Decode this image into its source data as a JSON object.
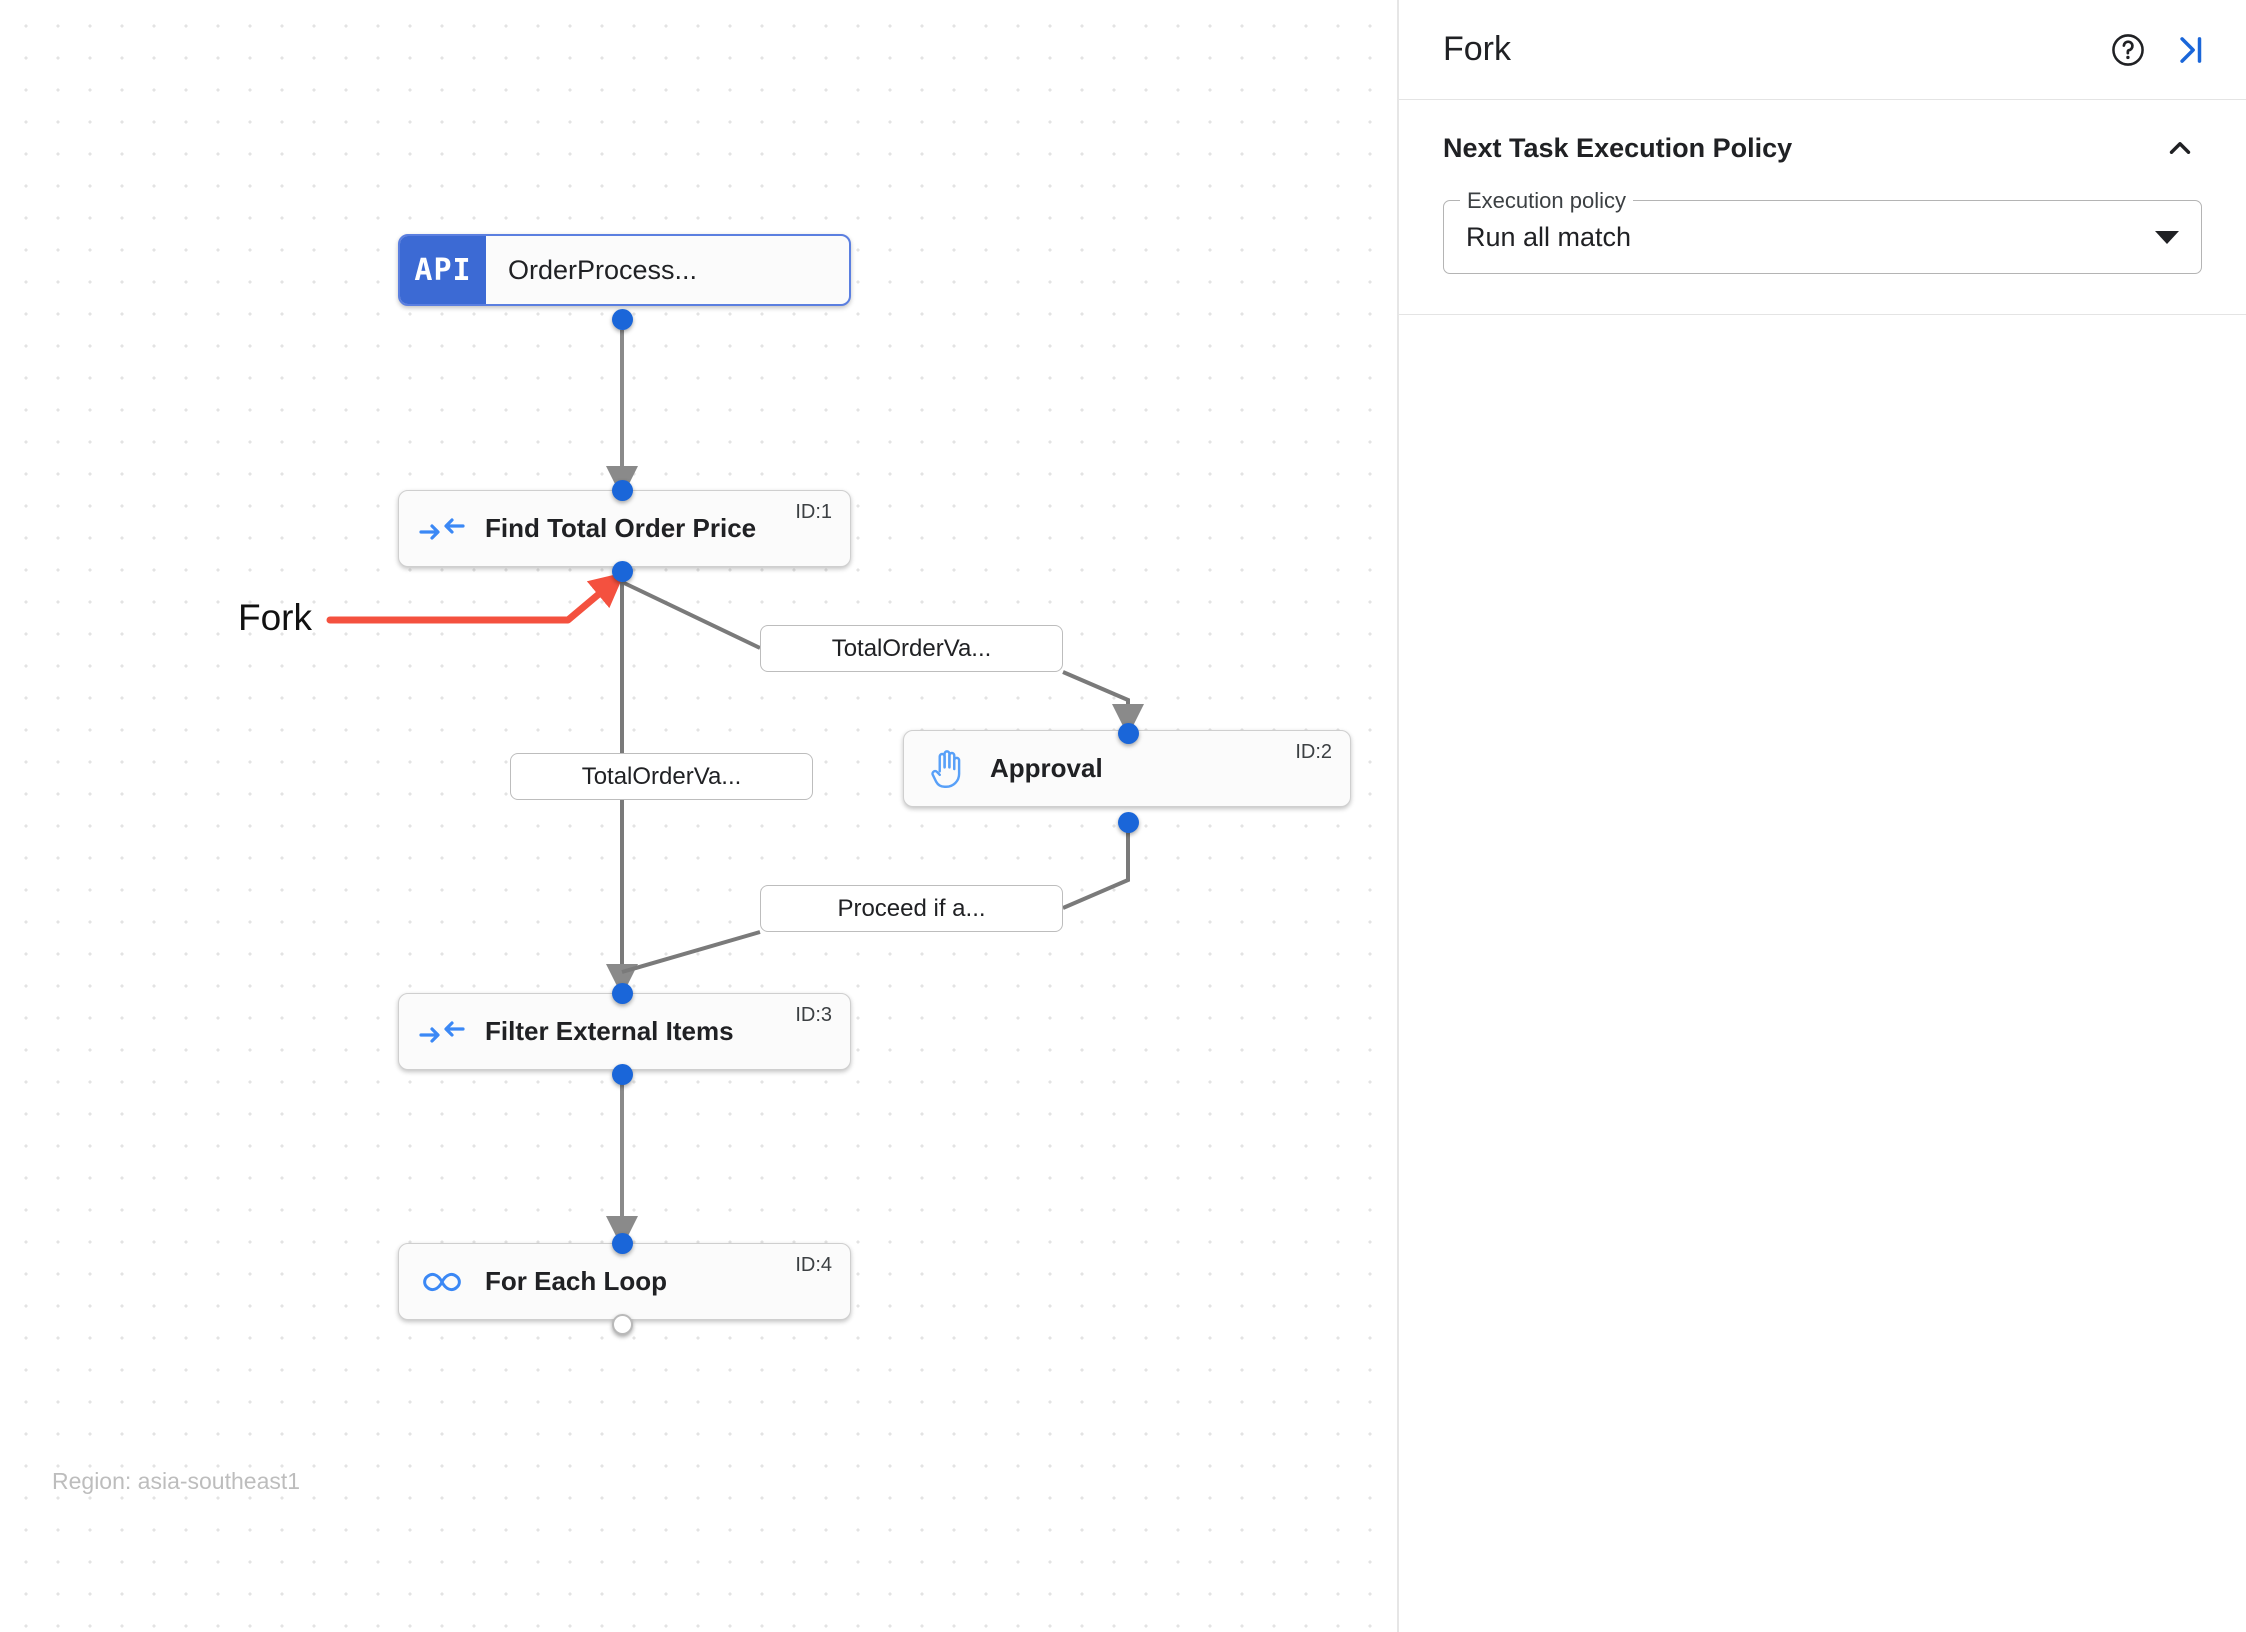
{
  "canvas": {
    "region_label": "Region: asia-southeast1",
    "annotation": {
      "label": "Fork",
      "color": "#f4513f"
    },
    "nodes": [
      {
        "id": "api",
        "badge": "API",
        "title": "OrderProcess...",
        "icon": "api-badge-icon",
        "id_label": ""
      },
      {
        "id": "t1",
        "title": "Find Total Order Price",
        "icon": "merge-arrows-icon",
        "id_label": "ID:1"
      },
      {
        "id": "t2",
        "title": "Approval",
        "icon": "hand-icon",
        "id_label": "ID:2"
      },
      {
        "id": "t3",
        "title": "Filter External Items",
        "icon": "merge-arrows-icon",
        "id_label": "ID:3"
      },
      {
        "id": "t4",
        "title": "For Each Loop",
        "icon": "infinity-icon",
        "id_label": "ID:4"
      }
    ],
    "edge_labels": [
      {
        "id": "e-top",
        "text": "TotalOrderVa..."
      },
      {
        "id": "e-left",
        "text": "TotalOrderVa..."
      },
      {
        "id": "e-bottom",
        "text": "Proceed if a..."
      }
    ]
  },
  "panel": {
    "title": "Fork",
    "help_icon": "help-circle-icon",
    "collapse_icon": "collapse-right-icon",
    "section": {
      "title": "Next Task Execution Policy",
      "chevron": "chevron-up-icon",
      "field": {
        "legend": "Execution policy",
        "value": "Run all match",
        "caret": "chevron-down-icon"
      }
    }
  },
  "colors": {
    "accent_blue": "#1a66d9",
    "api_blue": "#3c6ad4",
    "annotation_red": "#f4513f",
    "edge_gray": "#7a7a7a"
  }
}
